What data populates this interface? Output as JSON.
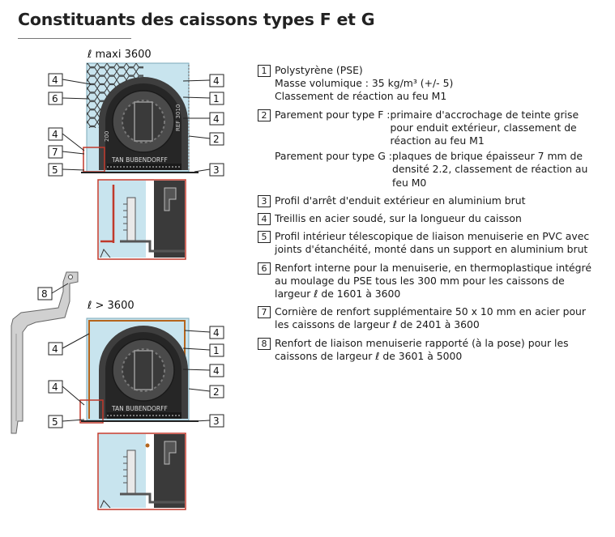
{
  "title": "Constituants des caissons types F et G",
  "figure_top": {
    "dimension": "ℓ maxi 3600",
    "labels_left": [
      "4",
      "6",
      "4",
      "7",
      "5"
    ],
    "labels_right": [
      "4",
      "1",
      "4",
      "2",
      "3"
    ]
  },
  "figure_bottom": {
    "dimension": "ℓ > 3600",
    "label_profile": "8",
    "labels_left": [
      "4",
      "4",
      "5"
    ],
    "labels_right": [
      "4",
      "1",
      "4",
      "2",
      "3"
    ]
  },
  "caisson_text": {
    "brand": "TAN BUBENDORFF",
    "side_left": "200",
    "side_right": "REF 3010"
  },
  "legend": [
    {
      "num": "1",
      "lines": [
        "Polystyrène (PSE)",
        "Masse volumique : 35 kg/m³ (+/- 5)",
        "Classement de réaction au feu M1"
      ]
    },
    {
      "num": "2",
      "label_f": "Parement pour type F : ",
      "lines_f": [
        "primaire d'accrochage de teinte grise",
        "pour enduit extérieur, classement de",
        "réaction au feu M1"
      ],
      "label_g": "Parement pour type G : ",
      "lines_g": [
        "plaques de brique épaisseur 7 mm de",
        "densité 2.2, classement de réaction au",
        "feu M0"
      ]
    },
    {
      "num": "3",
      "lines": [
        "Profil d'arrêt d'enduit extérieur en aluminium brut"
      ]
    },
    {
      "num": "4",
      "lines": [
        "Treillis en acier soudé, sur la longueur du caisson"
      ]
    },
    {
      "num": "5",
      "lines": [
        "Profil intérieur télescopique de liaison menuiserie en PVC avec",
        "joints d'étanchéité, monté dans un support en aluminium brut"
      ]
    },
    {
      "num": "6",
      "lines": [
        "Renfort interne pour la menuiserie, en thermoplastique intégré",
        "au moulage du PSE tous les 300 mm pour les caissons de",
        "largeur ℓ de 1601 à 3600"
      ]
    },
    {
      "num": "7",
      "lines": [
        "Cornière de renfort supplémentaire 50 x 10 mm en acier pour",
        "les caissons de largeur ℓ de 2401 à 3600"
      ]
    },
    {
      "num": "8",
      "lines": [
        "Renfort de liaison menuiserie rapporté (à la pose) pour les",
        "caissons de largeur ℓ de 3601 à 5000"
      ]
    }
  ]
}
